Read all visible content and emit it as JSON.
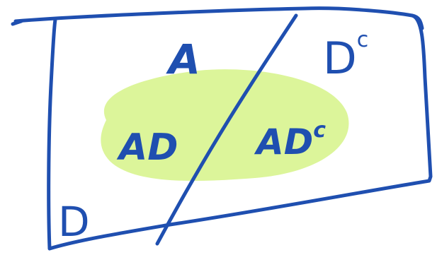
{
  "colors": {
    "ink": "#1f4fb0",
    "region_fill": "#dcf59a",
    "background": "#ffffff"
  },
  "labels": {
    "event_a": "A",
    "a_and_d": "AD",
    "a_and_d_complement_base": "AD",
    "a_and_d_complement_sup": "c",
    "d_complement_base": "D",
    "d_complement_sup": "c",
    "event_d": "D"
  }
}
